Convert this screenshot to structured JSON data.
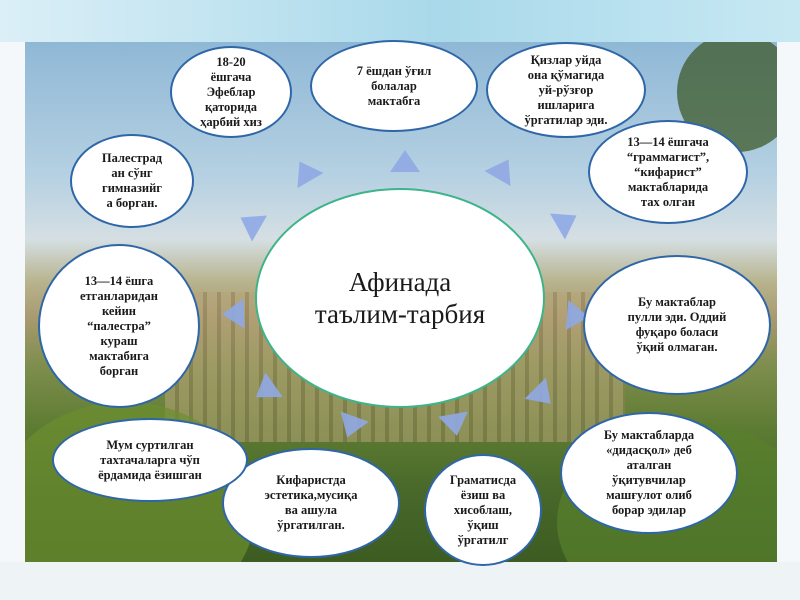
{
  "center": {
    "text": "Афинада\nтаълим-тарбия"
  },
  "nodes": [
    {
      "text": "18-20\nёшгача\nЭфеблар\nқаторида\nҳарбий хиз"
    },
    {
      "text": "7 ёшдан ўғил\nболалар\nмактабга"
    },
    {
      "text": "Қизлар уйда\nона қўмагида\nуй-рўзғор\nишларига\nўргатилар эди."
    },
    {
      "text": "13—14 ёшгача\n“граммагист”,\n“кифарист”\nмактабларида\nтах олган"
    },
    {
      "text": "Бу мактаблар\nпулли эди. Оддий\nфуқаро боласи\nўқий олмаган."
    },
    {
      "text": "Бу мактабларда\n«дидасқол» деб\nаталган\nўқитувчилар\nмашғулот олиб\nборар эдилар"
    },
    {
      "text": "Граматисда\nёзиш ва\nхисоблаш,\nўқиш\nўргатилг"
    },
    {
      "text": "Кифаристда\nэстетика,мусиқа\nва ашула\nўргатилган."
    },
    {
      "text": "Мум суртилган\nтахтачаларга чўп\nёрдамида ёзишган"
    },
    {
      "text": "13—14 ёшга\nетганларидан\nкейин\n“палестра”\nкураш\nмактабига\nборган"
    },
    {
      "text": "Палестрад\nан сўнг\nгимназийг\nа борган."
    }
  ],
  "colors": {
    "node_border": "#2f66a8",
    "center_border": "#3fb38a",
    "arrow": "#8fa9e4"
  }
}
